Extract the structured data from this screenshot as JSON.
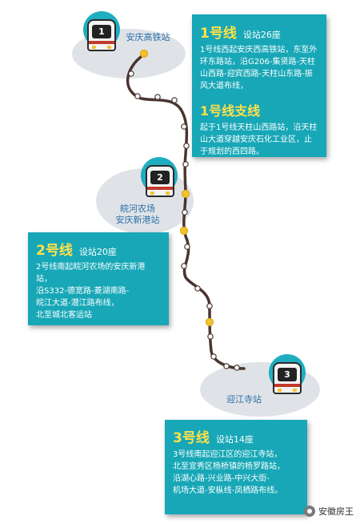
{
  "stations": {
    "top": {
      "label": "安庆高铁站",
      "train_number": "1"
    },
    "middle": {
      "label_line1": "皖河农场",
      "label_line2": "安庆新港站",
      "train_number": "2"
    },
    "bottom": {
      "label": "迎江寺站",
      "train_number": "3"
    }
  },
  "cards": {
    "line1": {
      "name": "1号线",
      "count": "设站26座",
      "desc": "1号线西起安庆西高铁站，东至外环东路站，沿G206-集贤路-天柱山西路-迎宾西路-天柱山东路-振风大道布线，",
      "branch_name": "1号线支线",
      "branch_desc": "起于1号线天柱山西路站，沿天柱山大道穿越安庆石化工业区，止于规划的西四路。"
    },
    "line2": {
      "name": "2号线",
      "count": "设站20座",
      "lines": [
        "2号线南起皖河农场的安庆新港站，",
        "沿S332-德宽路-菱湖南路-",
        "皖江大道-潜江路布线，",
        "北至城北客运站"
      ]
    },
    "line3": {
      "name": "3号线",
      "count": "设站14座",
      "lines": [
        "3号线南起迎江区的迎江寺站，",
        "北至宜秀区杨桥镇的杨罗路站，",
        "沿湖心路-兴业路-中兴大街-",
        "机场大道-安枞线-凤栖路布线。"
      ]
    }
  },
  "watermark": {
    "text": "安徽房王"
  },
  "colors": {
    "card": "#17a7b7",
    "accent_yellow": "#ffe14a",
    "route_line": "#4a3530",
    "station_dot": "#f2c230",
    "badge": "#1faec0",
    "bubble": "#dfe3e7"
  }
}
